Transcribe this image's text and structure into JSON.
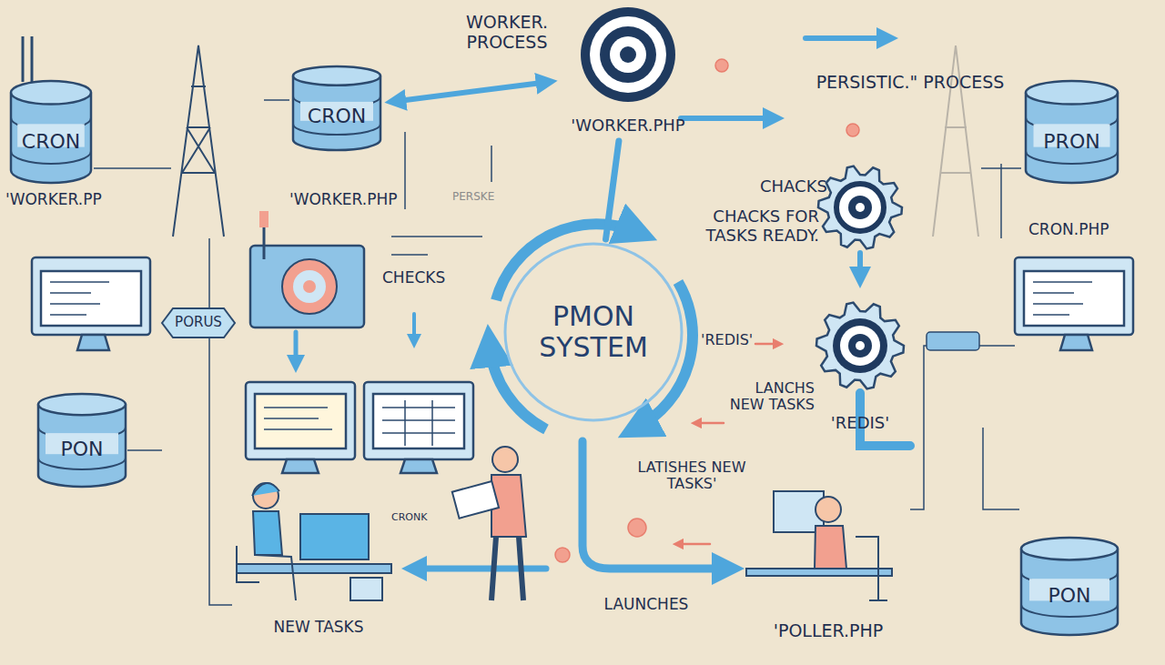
{
  "diagram": {
    "nodes": [
      {
        "text": [
          "CRON"
        ]
      },
      {
        "text": [
          "CRON"
        ]
      },
      {
        "text": [
          "'WORKER.PHP"
        ]
      },
      {
        "text": [
          "PRON"
        ]
      },
      {
        "text": [
          "PORUS"
        ]
      },
      {
        "text": [
          "PMON SYSTEM"
        ]
      },
      {
        "text": [
          "'REDIS'"
        ]
      },
      {
        "text": [
          "PON"
        ]
      },
      {
        "text": [
          "PON"
        ]
      }
    ],
    "edges": [
      {
        "from": 1,
        "to": 2,
        "arrow": "both"
      },
      {
        "from": 2,
        "to": 5,
        "arrow": "none"
      }
    ],
    "labels": [
      "WORKER. PROCESS",
      "PERSISTIC.\" PROCESS",
      "'WORKER.PP",
      "'WORKER.PHP",
      "PERSKE",
      "CHACKS",
      "CHACKS FOR TASKS READY.",
      "CRON.PHP",
      "CHECKS",
      "'REDIS'",
      "LANCHS NEW TASKS",
      "CRONK",
      "LATISHES NEW TASKS'",
      "NEW TASKS",
      "LAUNCHES",
      "'POLLER.PHP"
    ]
  }
}
